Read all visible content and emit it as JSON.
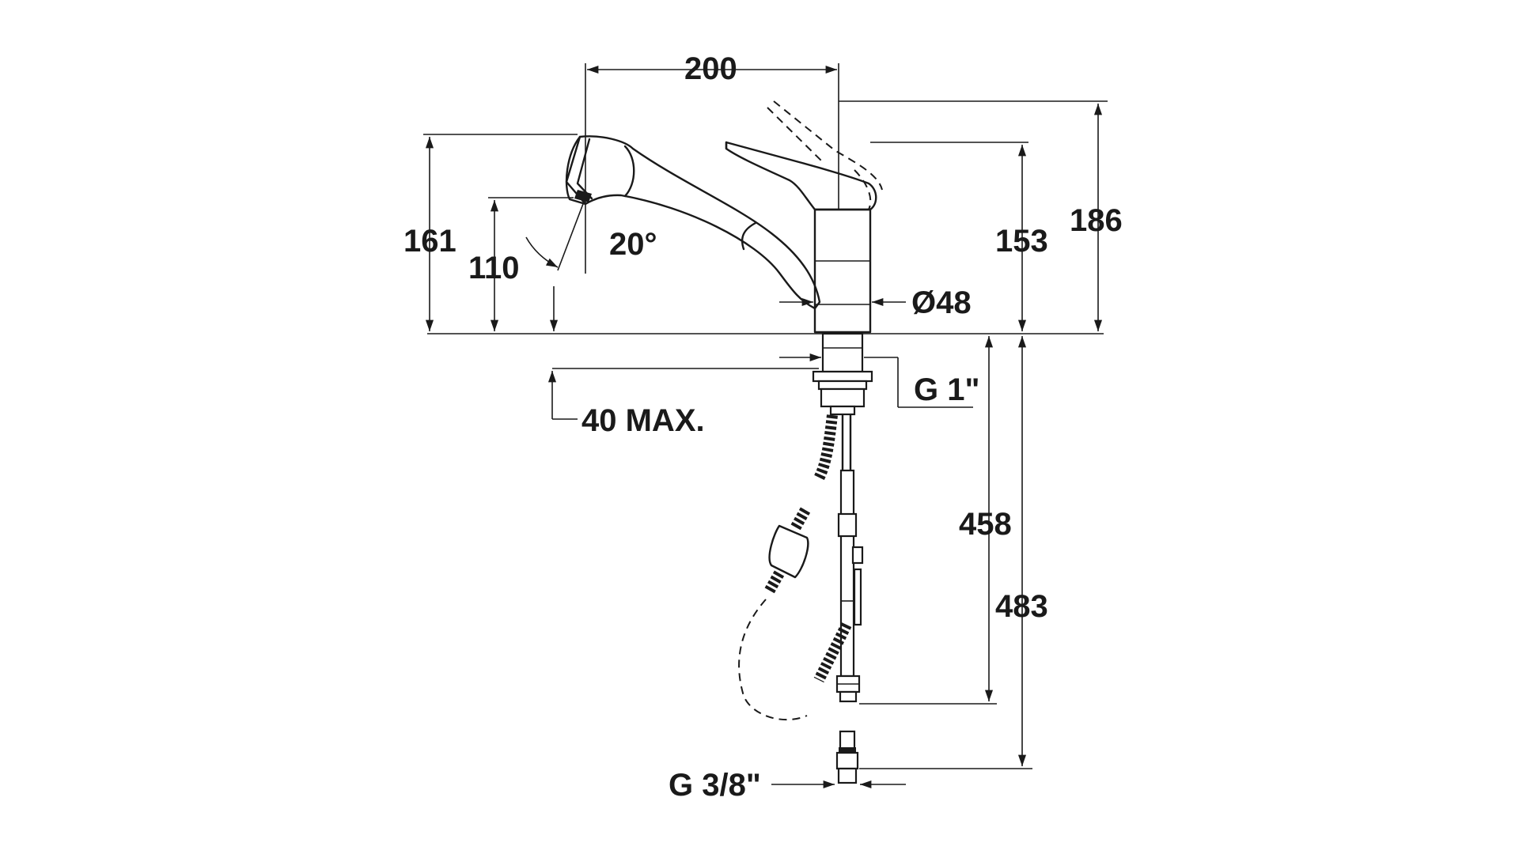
{
  "drawing": {
    "dimensions": {
      "width_top": "200",
      "height_total": "186",
      "height_spout": "161",
      "height_outlet": "110",
      "angle": "20°",
      "height_body": "153",
      "diameter": "Ø48",
      "thread_main": "G 1\"",
      "max_thickness": "40 MAX.",
      "hose_length": "458",
      "hose_total": "483",
      "thread_connection": "G 3/8\""
    }
  }
}
